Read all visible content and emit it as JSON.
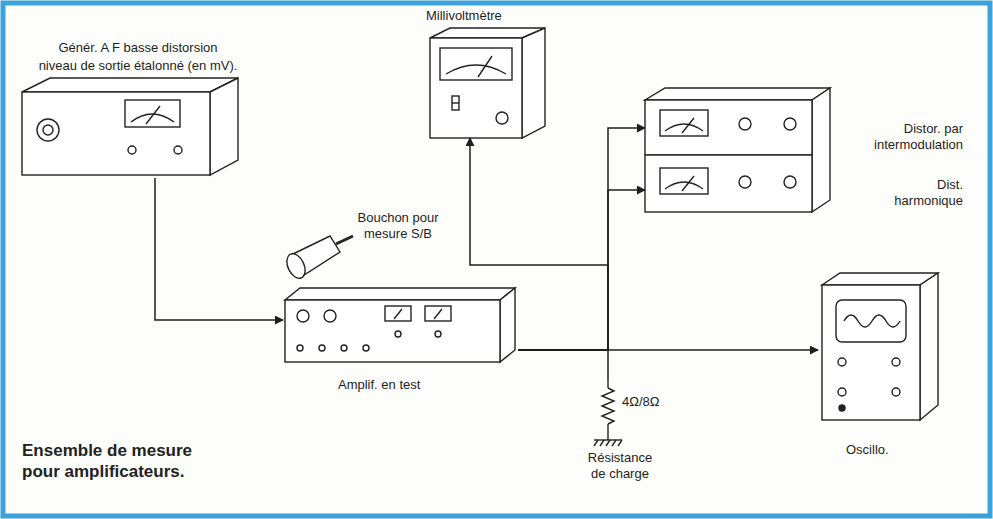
{
  "diagram": {
    "caption": "Ensemble de mesure pour amplificateurs.",
    "nodes": [
      {
        "text": [
          "Génér. A F basse distorsion",
          "niveau de sortie étalonné (en mV)."
        ]
      },
      {
        "text": [
          "Millivoltmètre"
        ]
      },
      {
        "text": [
          "Distor. par intermodulation"
        ]
      },
      {
        "text": [
          "Dist. harmonique"
        ]
      },
      {
        "text": [
          "Amplif. en test"
        ]
      },
      {
        "text": [
          "Oscillo."
        ]
      },
      {
        "text": [
          "4Ω/8Ω",
          "Résistance de charge"
        ]
      }
    ],
    "edges": [
      {
        "from": 0,
        "to": 4,
        "arrow": "to"
      },
      {
        "from": 4,
        "to": 1,
        "arrow": "to"
      },
      {
        "from": 4,
        "to": 2,
        "arrow": "to"
      },
      {
        "from": 4,
        "to": 3,
        "arrow": "to"
      },
      {
        "from": 4,
        "to": 5,
        "arrow": "to"
      },
      {
        "from": 4,
        "to": 6,
        "arrow": "none"
      }
    ],
    "labels": [
      "Bouchon pour mesure S/B"
    ]
  }
}
